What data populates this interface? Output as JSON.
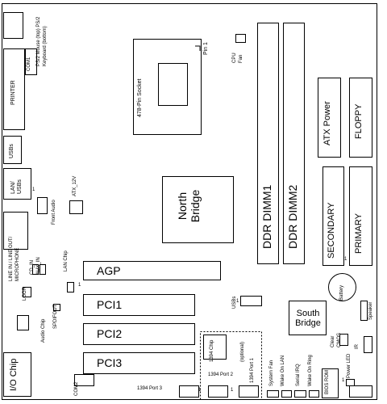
{
  "labels": {
    "ps2": "PS/2 Mouse (top) PS/2 Keyboard (bottom)",
    "com1": "COM1",
    "printer": "PRINTER",
    "usbs_back": "USBs",
    "lan_usbs": "LAN/ USBs",
    "front_audio": "Front Audio",
    "atx12v": "ATX_12V",
    "line_in_out_mic": "LINE IN / LINE OUT/ MICROPHONE",
    "cd_in": "CD_IN",
    "aux_in": "AUX_IN",
    "lan_chip": "LAN Chip",
    "lggr": "LGGR",
    "spdifout": "SPDIFOUT",
    "audio_chip": "Audio Chip",
    "io_chip": "I/O Chip",
    "com2": "COM2",
    "socket": "478-Pin Socket",
    "pin1": "Pin 1",
    "cpu_fan": "CPU Fan",
    "north_bridge": "North Bridge",
    "ddr_dimm1": "DDR DIMM1",
    "ddr_dimm2": "DDR DIMM2",
    "atx_power": "ATX Power",
    "floppy": "FLOPPY",
    "secondary": "SECONDARY",
    "primary": "PRIMARY",
    "agp": "AGP",
    "pci1": "PCI1",
    "pci2": "PCI2",
    "pci3": "PCI3",
    "usbs_front": "USBs",
    "south_bridge": "South Bridge",
    "battery": "Battery",
    "speaker": "Speaker",
    "clear_cmos": "Clear CMOS",
    "ir": "IR",
    "chip_1394": "1394 Chip",
    "optional": "(optional)",
    "port1_1394": "1394 Port 1",
    "port2_1394": "1394 Port 2",
    "port3_1394": "1394 Port 3",
    "system_fan": "System Fan",
    "wake_on_lan": "Wake On LAN",
    "serial_irq": "Serial IRQ",
    "wake_on_ring": "Wake On Ring",
    "bios_rom": "BIOS ROM",
    "power_led": "Power LED",
    "pin_one": "1"
  }
}
